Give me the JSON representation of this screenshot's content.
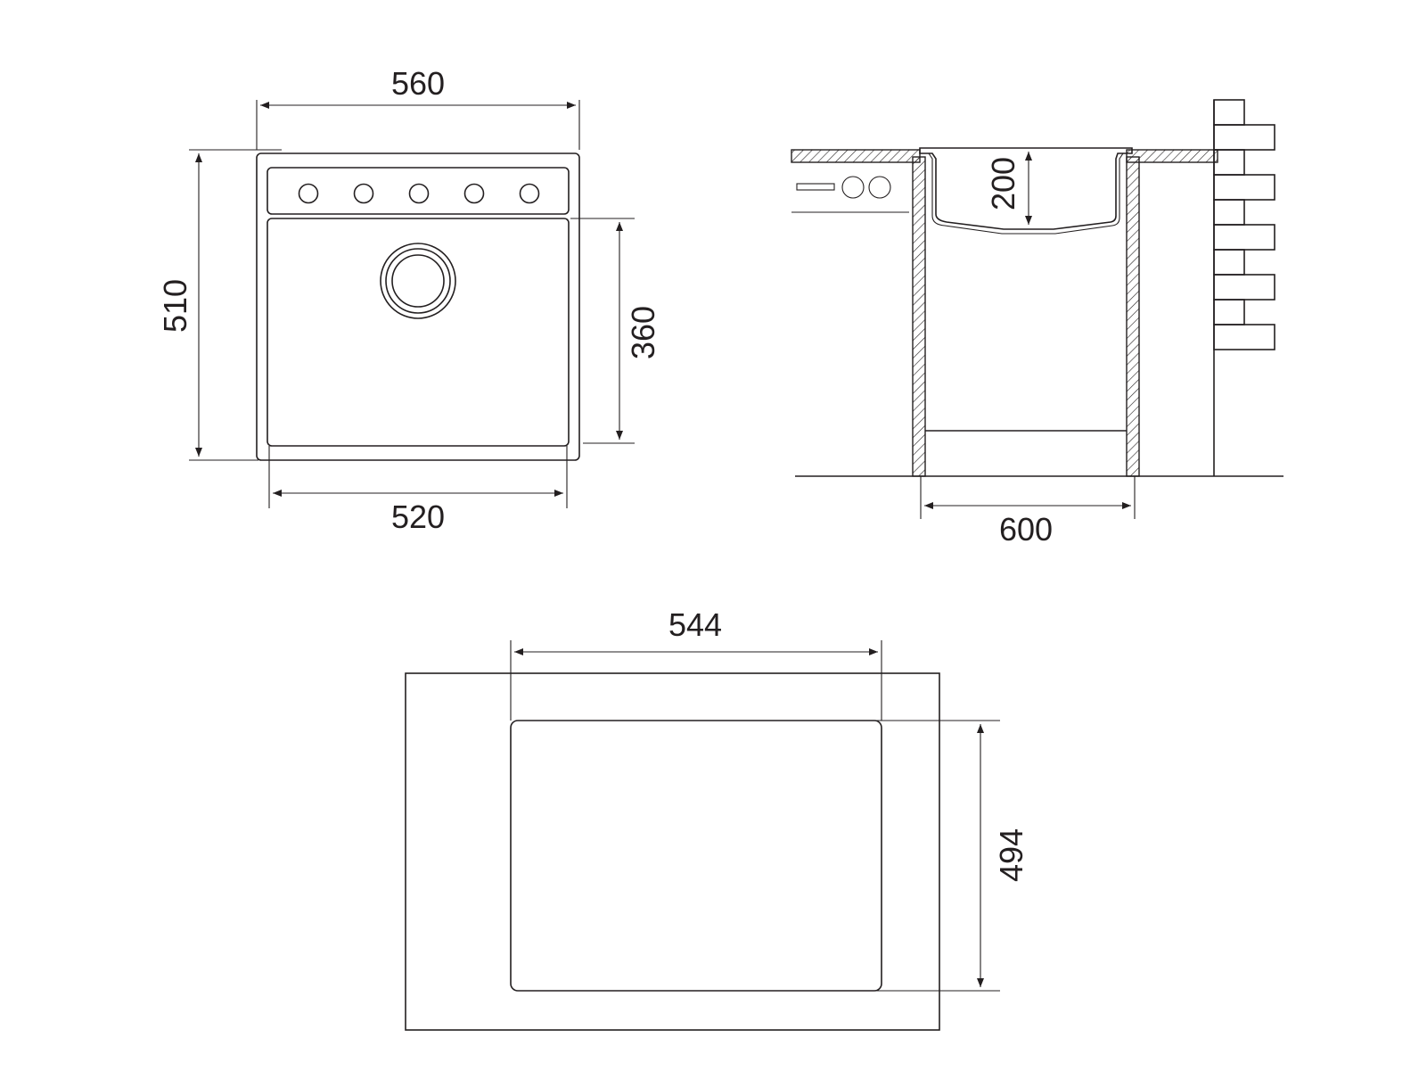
{
  "top_view": {
    "width_outer": "560",
    "depth_outer": "510",
    "width_inner": "520",
    "bowl_depth": "360",
    "hole_count": 5
  },
  "section_view": {
    "bowl_height": "200",
    "cabinet_width": "600"
  },
  "cutout_view": {
    "cutout_width": "544",
    "cutout_depth": "494"
  },
  "colors": {
    "line": "#231f20",
    "background": "#ffffff"
  }
}
